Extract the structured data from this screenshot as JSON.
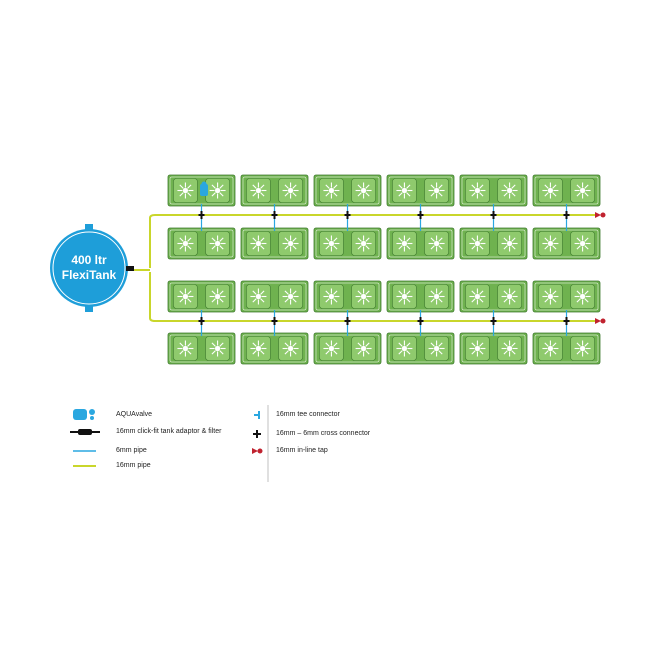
{
  "tank": {
    "line1": "400 ltr",
    "line2": "FlexiTank"
  },
  "layout": {
    "rows": 4,
    "columns": 6
  },
  "legend": {
    "left": [
      {
        "icon": "aquavalve-icon",
        "label": "AQUAvalve"
      },
      {
        "icon": "tank-adaptor-filter-icon",
        "label": "16mm click-fit tank adaptor & filter"
      },
      {
        "icon": "pipe-6mm-icon",
        "label": "6mm pipe"
      },
      {
        "icon": "pipe-16mm-icon",
        "label": "16mm pipe"
      }
    ],
    "right": [
      {
        "icon": "tee-connector-icon",
        "label": "16mm tee connector"
      },
      {
        "icon": "cross-connector-icon",
        "label": "16mm – 6mm cross connector"
      },
      {
        "icon": "inline-tap-icon",
        "label": "16mm in-line tap"
      }
    ]
  },
  "colors": {
    "tank": "#1e9ed9",
    "tray_fill": "#6fb24f",
    "tray_dark": "#3f7a2f",
    "pot_fill": "#8fca6d",
    "pipe_16mm": "#c9d62b",
    "pipe_6mm": "#2aa7e0",
    "tap": "#c0222f",
    "connector": "#111111"
  }
}
